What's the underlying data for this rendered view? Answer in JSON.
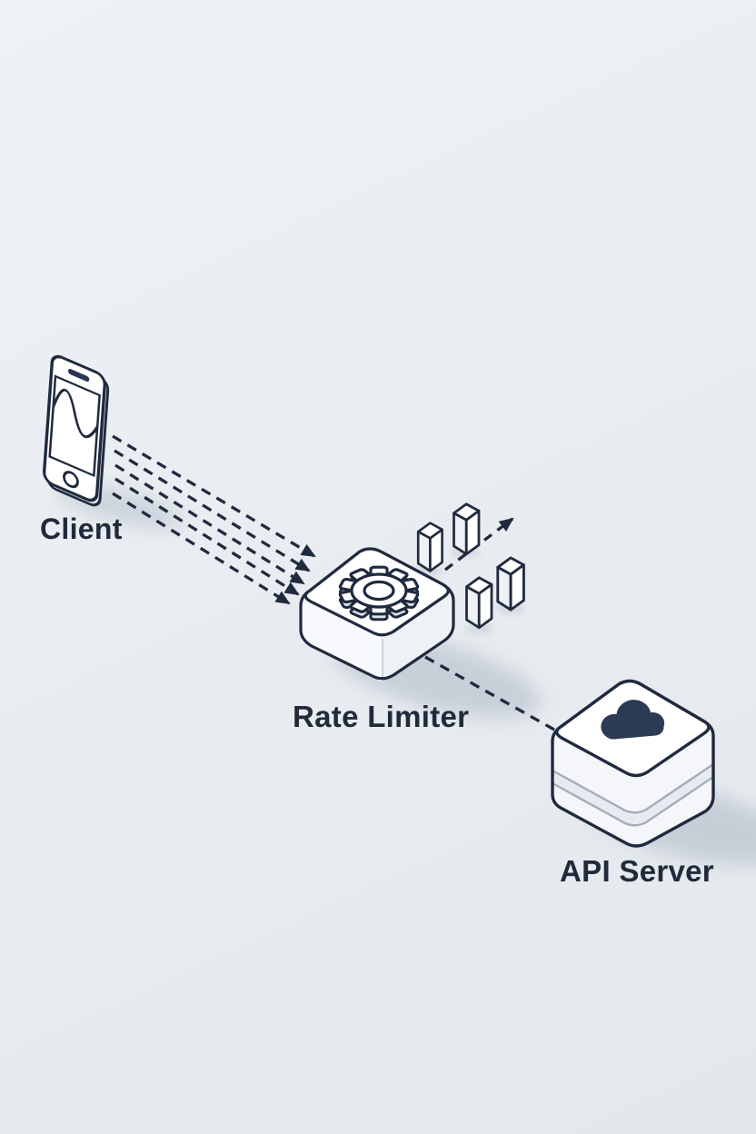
{
  "colors": {
    "background": "#e8ecf0",
    "outline": "#1f2a3e",
    "cloud_fill": "#2b3a55",
    "label_text": "#202a3a",
    "box_top": "#ffffff",
    "box_side": "#eef1f6",
    "shadow": "#a9b3c1"
  },
  "diagram": {
    "type": "isometric-architecture",
    "nodes": [
      {
        "id": "client",
        "label": "Client",
        "icon": "smartphone-icon"
      },
      {
        "id": "rate-limiter",
        "label": "Rate Limiter",
        "icon": "gear-icon"
      },
      {
        "id": "api-server",
        "label": "API Server",
        "icon": "cloud-icon"
      }
    ],
    "edges": [
      {
        "from": "client",
        "to": "rate-limiter",
        "style": "dashed",
        "count": 5,
        "arrowhead": true
      },
      {
        "from": "rate-limiter",
        "to": "outbound-upper-right",
        "style": "dashed",
        "count": 1,
        "arrowhead": true
      },
      {
        "from": "rate-limiter",
        "to": "api-server",
        "style": "dashed",
        "count": 1,
        "arrowhead": false
      }
    ],
    "packet_count": 4
  }
}
